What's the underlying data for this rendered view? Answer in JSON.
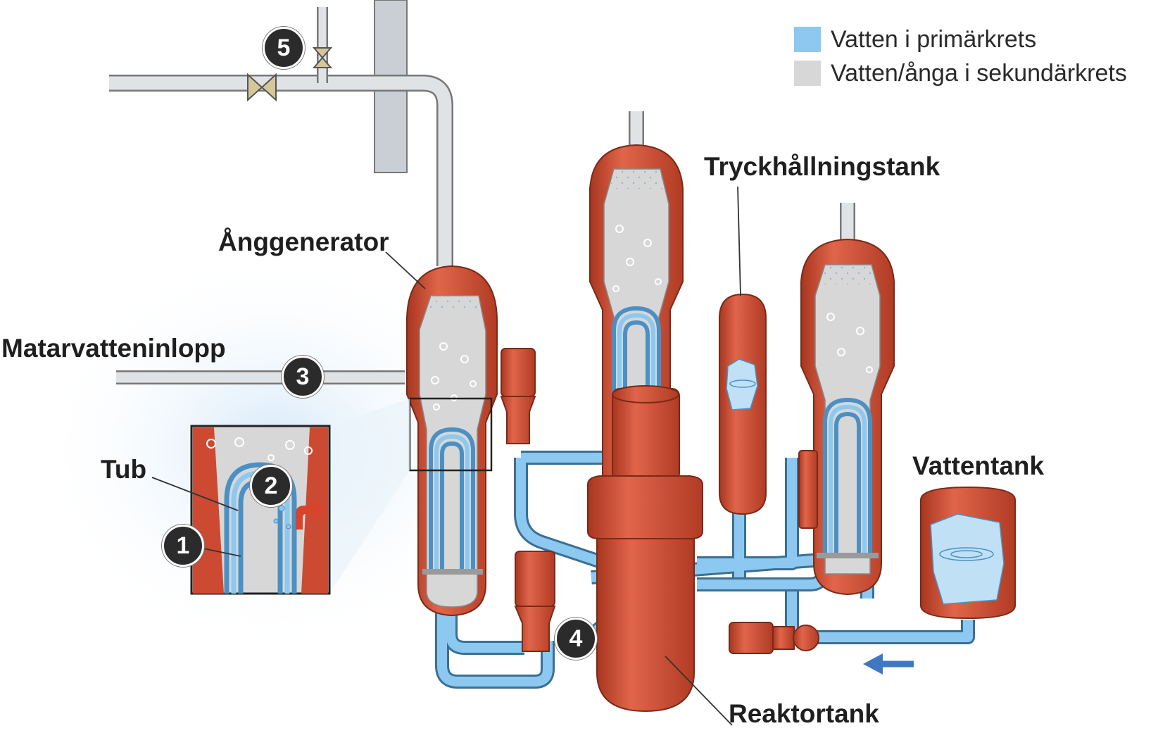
{
  "legend": [
    {
      "label": "Vatten i primärkrets",
      "color": "#8cc8ef"
    },
    {
      "label": "Vatten/ånga i sekundärkrets",
      "color": "#d7d7d7"
    }
  ],
  "labels": {
    "steam_generator": "Ånggenerator",
    "feedwater_inlet": "Matarvatteninlopp",
    "tube": "Tub",
    "pressurizer": "Tryckhållningstank",
    "water_tank": "Vattentank",
    "reactor_tank": "Reaktortank"
  },
  "markers": [
    "1",
    "2",
    "3",
    "4",
    "5"
  ],
  "colors": {
    "vessel": "#cc4a32",
    "vessel_dark": "#9c3422",
    "primary_water": "#8cc8ef",
    "secondary_water": "#d7d7d7",
    "pipe": "#c9cfd4",
    "flow_arrow": "#3f77c2"
  },
  "icons": [
    "valve-icon",
    "flow-arrow-icon",
    "leak-arrow-icon"
  ]
}
